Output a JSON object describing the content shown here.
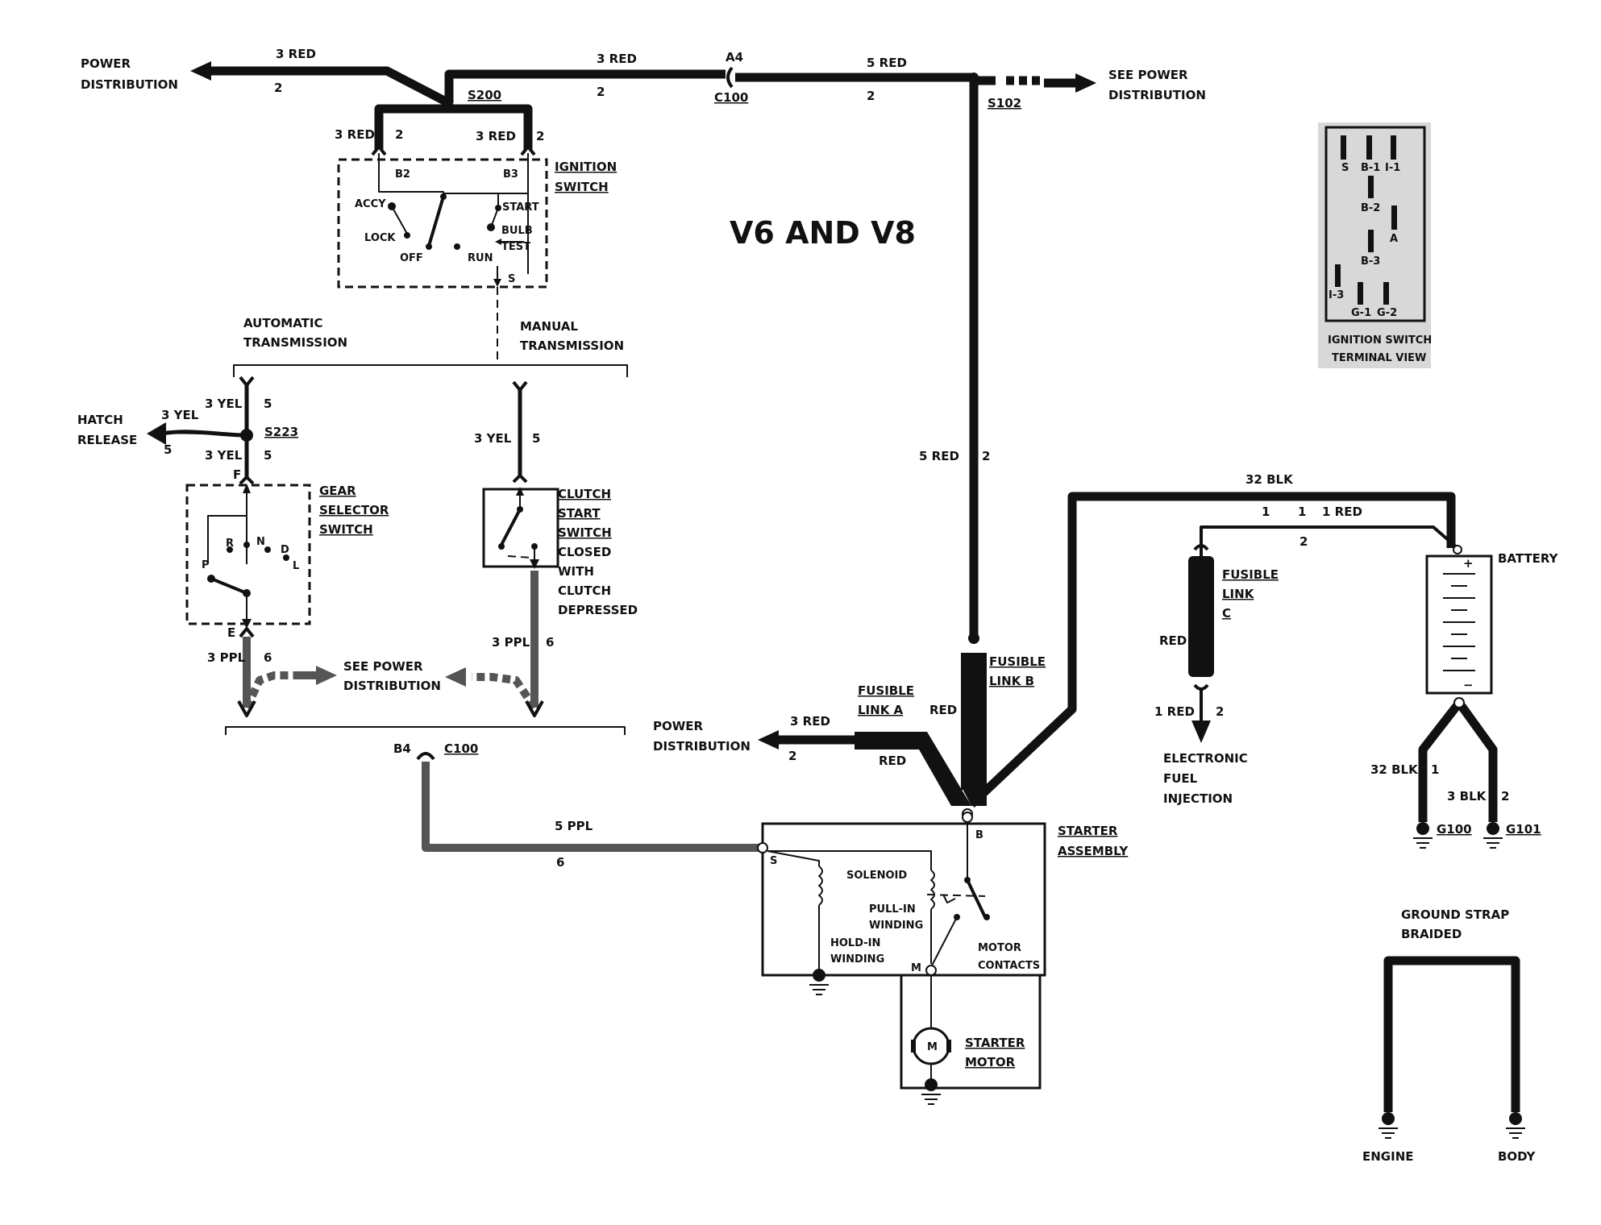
{
  "title": "V6 AND V8",
  "labels": {
    "power_dist_top_left": [
      "POWER",
      "DISTRIBUTION"
    ],
    "see_power_dist_right": [
      "SEE POWER",
      "DISTRIBUTION"
    ],
    "see_power_dist_mid": [
      "SEE POWER",
      "DISTRIBUTION"
    ],
    "power_dist_mid": [
      "POWER",
      "DISTRIBUTION"
    ],
    "ignition_switch": [
      "IGNITION",
      "SWITCH"
    ],
    "automatic_transmission": [
      "AUTOMATIC",
      "TRANSMISSION"
    ],
    "manual_transmission": [
      "MANUAL",
      "TRANSMISSION"
    ],
    "hatch_release": [
      "HATCH",
      "RELEASE"
    ],
    "gear_selector_switch": [
      "GEAR",
      "SELECTOR",
      "SWITCH"
    ],
    "clutch_start_switch": [
      "CLUTCH",
      "START",
      "SWITCH"
    ],
    "clutch_note": [
      "CLOSED",
      "WITH",
      "CLUTCH",
      "DEPRESSED"
    ],
    "fusible_link_a": [
      "FUSIBLE",
      "LINK A"
    ],
    "fusible_link_b": [
      "FUSIBLE",
      "LINK B"
    ],
    "fusible_link_c": [
      "FUSIBLE",
      "LINK",
      "C"
    ],
    "battery": "BATTERY",
    "electronic_fuel_injection": [
      "ELECTRONIC",
      "FUEL",
      "INJECTION"
    ],
    "starter_assembly": [
      "STARTER",
      "ASSEMBLY"
    ],
    "starter_motor": [
      "STARTER",
      "MOTOR"
    ],
    "solenoid": "SOLENOID",
    "pull_in_winding": [
      "PULL-IN",
      "WINDING"
    ],
    "hold_in_winding": [
      "HOLD-IN",
      "WINDING"
    ],
    "motor_contacts": [
      "MOTOR",
      "CONTACTS"
    ],
    "ground_strap": [
      "GROUND STRAP",
      "BRAIDED"
    ],
    "engine": "ENGINE",
    "body": "BODY",
    "terminal_view": [
      "IGNITION SWITCH",
      "TERMINAL VIEW"
    ]
  },
  "switch_positions": {
    "accy": "ACCY",
    "lock": "LOCK",
    "off": "OFF",
    "run": "RUN",
    "start": "START",
    "bulb_test": [
      "BULB",
      "TEST"
    ],
    "b2": "B2",
    "b3": "B3",
    "s": "S"
  },
  "gear_positions": {
    "p": "P",
    "r": "R",
    "n": "N",
    "d": "D",
    "l": "L",
    "f": "F",
    "e": "E"
  },
  "terminals": [
    "S",
    "B-1",
    "I-1",
    "B-2",
    "A",
    "B-3",
    "I-3",
    "G-1",
    "G-2"
  ],
  "connectors": {
    "s200": "S200",
    "a4": "A4",
    "c100": "C100",
    "s102": "S102",
    "s223": "S223",
    "b4": "B4",
    "c100_b": "C100",
    "g100": "G100",
    "g101": "G101",
    "starter_b": "B",
    "starter_s": "S",
    "starter_m": "M",
    "motor_m": "M",
    "battery_plus": "+",
    "battery_minus": "−"
  },
  "wires": {
    "w1": {
      "label": "3 RED",
      "circuit": "2"
    },
    "w2": {
      "label": "3 RED",
      "circuit": "2"
    },
    "w3": {
      "label": "5 RED",
      "circuit": "2"
    },
    "w4": {
      "label": "3 RED",
      "circuit": "2"
    },
    "w5": {
      "label": "3 RED",
      "circuit": "2"
    },
    "w6": {
      "label": "5 RED",
      "circuit": "2"
    },
    "w7": {
      "label": "3 YEL",
      "circuit": "5"
    },
    "w8": {
      "label": "3 YEL",
      "circuit": "5"
    },
    "w9": {
      "label": "3 YEL",
      "circuit": "5"
    },
    "w10": {
      "label": "3 YEL",
      "circuit": "5"
    },
    "w11": {
      "label": "3 PPL",
      "circuit": "6"
    },
    "w12": {
      "label": "3 PPL",
      "circuit": "6"
    },
    "w13": {
      "label": "5 PPL",
      "circuit": "6"
    },
    "w14": {
      "label": "3 RED",
      "circuit": "2"
    },
    "w15": {
      "label": "32 BLK",
      "circuit": "1"
    },
    "w16": {
      "label": "1 RED",
      "circuit_a": "1",
      "circuit_b": "1",
      "circuit_c": "2"
    },
    "w17": {
      "label": "1 RED",
      "circuit": "2"
    },
    "w18": {
      "label": "32 BLK",
      "circuit": "1"
    },
    "w19": {
      "label": "3 BLK",
      "circuit": "2"
    },
    "red_a1": "RED",
    "red_a2": "RED",
    "red_c": "RED"
  }
}
